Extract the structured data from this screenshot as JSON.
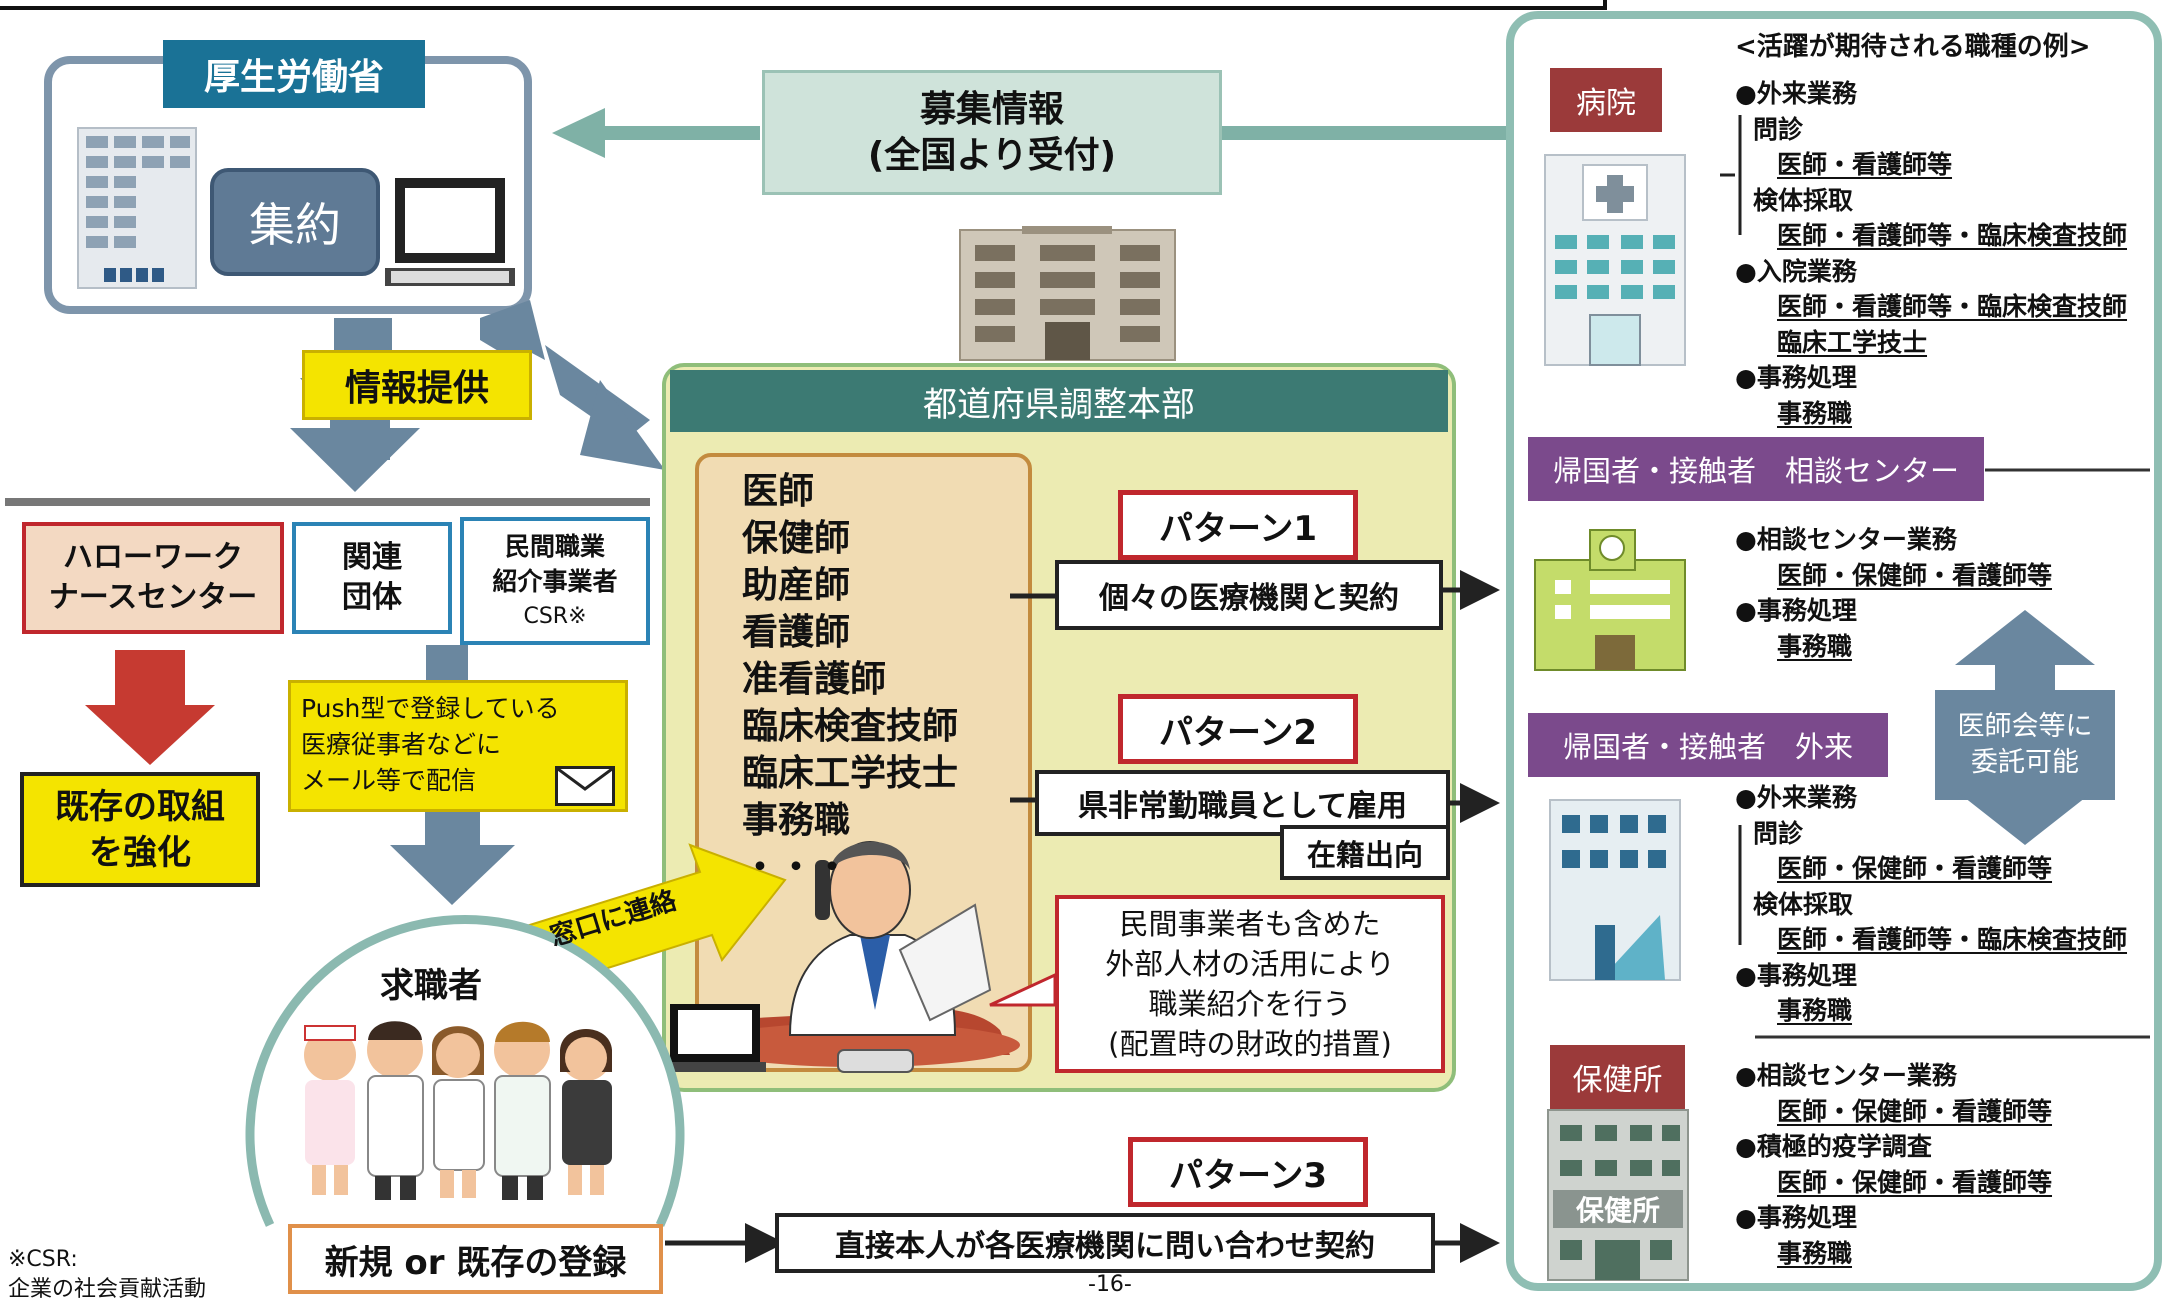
{
  "ministry": {
    "label": "厚生労働省",
    "aggregate": "集約"
  },
  "recruitment": {
    "line1": "募集情報",
    "line2": "(全国より受付)"
  },
  "info_provision": "情報提供",
  "hq": {
    "title": "都道府県調整本部",
    "professions": [
      "医師",
      "保健師",
      "助産師",
      "看護師",
      "准看護師",
      "臨床検査技師",
      "臨床工学技士",
      "事務職",
      "・・・"
    ]
  },
  "org": {
    "hellowork": [
      "ハローワーク",
      "ナースセンター"
    ],
    "related": [
      "関連",
      "団体"
    ],
    "private": [
      "民間職業",
      "紹介事業者",
      "CSR※"
    ]
  },
  "push_note": [
    "Push型で登録している",
    "医療従事者などに",
    "メール等で配信"
  ],
  "strengthen": [
    "既存の取組",
    "を強化"
  ],
  "job_seeker": "求職者",
  "contact_window": "窓口に連絡",
  "registration": "新規 or 既存の登録",
  "patterns": {
    "p1": {
      "title": "パターン1",
      "desc": "個々の医療機関と契約"
    },
    "p2": {
      "title": "パターン2",
      "desc": "県非常勤職員として雇用",
      "sub": "在籍出向"
    },
    "p3": {
      "title": "パターン3",
      "desc": "直接本人が各医療機関に問い合わせ契約"
    }
  },
  "private_note": [
    "民間事業者も含めた",
    "外部人材の活用により",
    "職業紹介を行う",
    "(配置時の財政的措置)"
  ],
  "right_panel": {
    "header": "<活躍が期待される職種の例>",
    "hospital": {
      "label": "病院",
      "lines": [
        "●外来業務",
        "問診",
        "医師・看護師等",
        "検体採取",
        "医師・看護師等・臨床検査技師",
        "●入院業務",
        "医師・看護師等・臨床検査技師",
        "臨床工学技士",
        "●事務処理",
        "事務職"
      ]
    },
    "consult_center": {
      "label": "帰国者・接触者　相談センター",
      "lines": [
        "●相談センター業務",
        "医師・保健師・看護師等",
        "●事務処理",
        "事務職"
      ]
    },
    "outpatient": {
      "label": "帰国者・接触者　外来",
      "lines": [
        "●外来業務",
        "問診",
        "医師・保健師・看護師等",
        "検体採取",
        "医師・看護師等・臨床検査技師",
        "●事務処理",
        "事務職"
      ]
    },
    "health_center": {
      "label": "保健所",
      "sign": "保健所",
      "lines": [
        "●相談センター業務",
        "医師・保健師・看護師等",
        "●積極的疫学調査",
        "医師・保健師・看護師等",
        "●事務処理",
        "事務職"
      ]
    },
    "delegation": [
      "医師会等に",
      "委託可能"
    ]
  },
  "footnote": [
    "※CSR:",
    "企業の社会貢献活動"
  ],
  "page_number": "-16-",
  "colors": {
    "ministry_blue": "#1a7296",
    "yellow": "#f4e400",
    "red_border": "#c0272d",
    "maroon": "#9b3a3a",
    "purple": "#7b4a8c",
    "gray_arrow": "#6a879f",
    "teal_border": "#6fa79b",
    "hq_bg": "#ecebb2",
    "red_arrow": "#c63a31"
  }
}
